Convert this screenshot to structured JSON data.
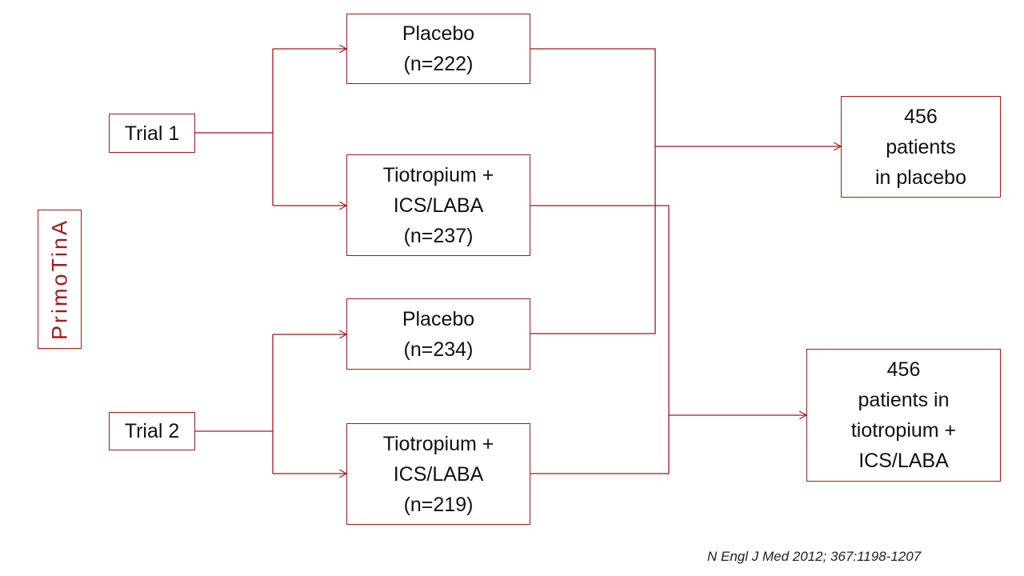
{
  "study_label": "PrimoTinA",
  "trials": [
    {
      "label": "Trial 1"
    },
    {
      "label": "Trial 2"
    }
  ],
  "arms": [
    {
      "lines": [
        "Placebo",
        "(n=222)"
      ]
    },
    {
      "lines": [
        "Tiotropium  +",
        "ICS/LABA",
        "(n=237)"
      ]
    },
    {
      "lines": [
        "Placebo",
        "(n=234)"
      ]
    },
    {
      "lines": [
        "Tiotropium +",
        "ICS/LABA",
        "(n=219)"
      ]
    }
  ],
  "outcomes": [
    {
      "lines": [
        "456",
        "patients",
        "in placebo"
      ]
    },
    {
      "lines": [
        "456",
        "patients in",
        "tiotropium +",
        "ICS/LABA"
      ]
    }
  ],
  "citation": "N Engl J Med 2012; 367:1198-1207",
  "colors": {
    "accent": "#9b1b1b",
    "label_text": "#a01c1c"
  }
}
